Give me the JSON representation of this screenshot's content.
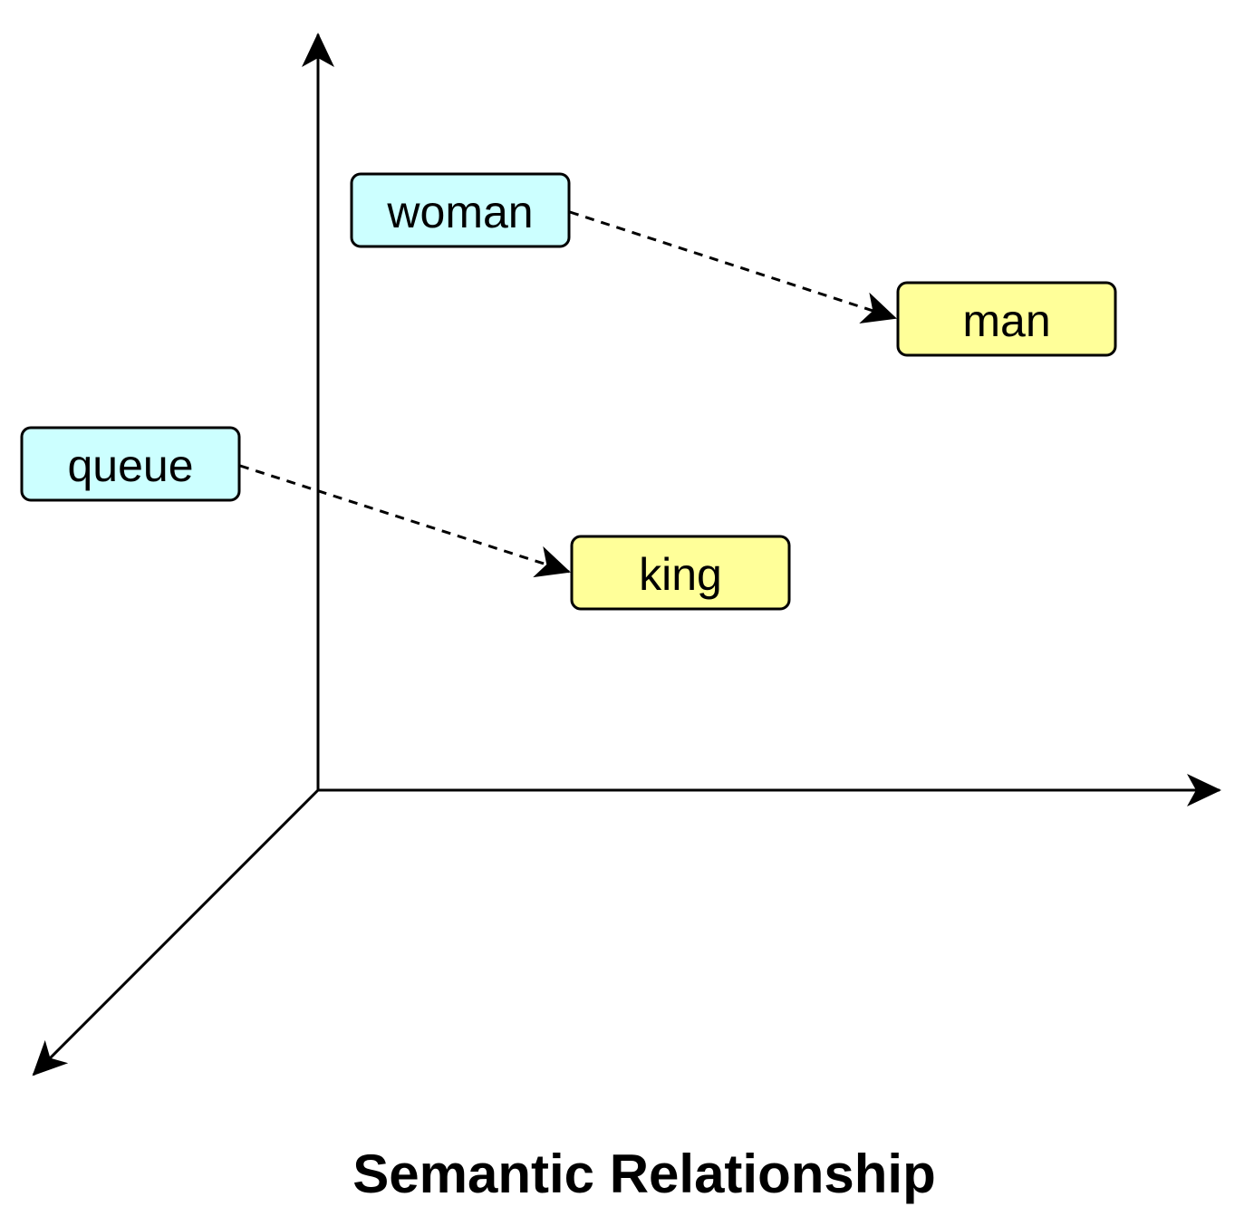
{
  "diagram": {
    "caption": "Semantic Relationship",
    "nodes": {
      "woman": {
        "label": "woman",
        "fill": "#ccffff"
      },
      "man": {
        "label": "man",
        "fill": "#ffff99"
      },
      "queue": {
        "label": "queue",
        "fill": "#ccffff"
      },
      "king": {
        "label": "king",
        "fill": "#ffff99"
      }
    },
    "edges": [
      {
        "from": "woman",
        "to": "man",
        "style": "dashed"
      },
      {
        "from": "queue",
        "to": "king",
        "style": "dashed"
      }
    ],
    "colors": {
      "stroke": "#000000",
      "background": "#ffffff"
    }
  }
}
